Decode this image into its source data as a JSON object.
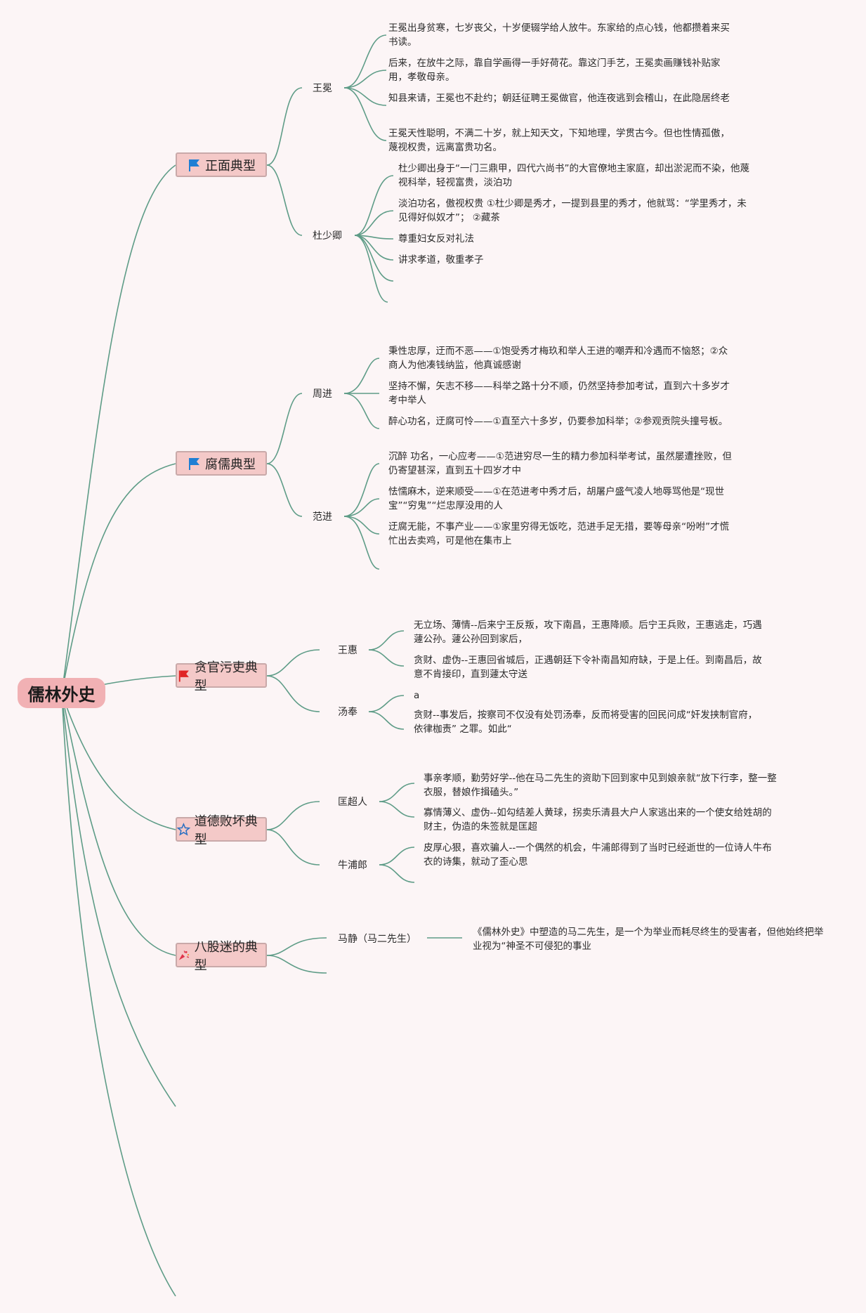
{
  "root": {
    "label": "儒林外史"
  },
  "categories": [
    {
      "label": "正面典型",
      "icon": "blue-flag-icon",
      "color": "#1f7fd4"
    },
    {
      "label": "腐儒典型",
      "icon": "blue-flag-icon",
      "color": "#1f7fd4"
    },
    {
      "label": "贪官污吏典型",
      "icon": "red-flag-icon",
      "color": "#e02424"
    },
    {
      "label": "道德败坏典型",
      "icon": "star-outline-icon",
      "color": "#2a6fc2"
    },
    {
      "label": "八股迷的典型",
      "icon": "party-popper-icon",
      "color": "#e0344a"
    }
  ],
  "people": {
    "wangmian": {
      "name": "王冕",
      "points": [
        "王冕出身贫寒，七岁丧父，十岁便辍学给人放牛。东家给的点心钱，他都攒着来买书读。",
        "后来，在放牛之际，靠自学画得一手好荷花。靠这门手艺，王冕卖画赚钱补贴家用，孝敬母亲。",
        "知县来请，王冕也不赴约；朝廷征聘王冕做官，他连夜逃到会稽山，在此隐居终老",
        "王冕天性聪明，不满二十岁，就上知天文，下知地理，学贯古今。但也性情孤傲，蔑视权贵，远离富贵功名。"
      ]
    },
    "dushaoqing": {
      "name": "杜少卿",
      "points": [
        "杜少卿出身于“一门三鼎甲，四代六尚书”的大官僚地主家庭，却出淤泥而不染，他蔑视科举，轻视富贵，淡泊功",
        "淡泊功名，傲视权贵 ①杜少卿是秀才，一提到县里的秀才，他就骂：“学里秀才，未见得好似奴才”；  ②藏茶",
        "尊重妇女反对礼法",
        "讲求孝道，敬重孝子"
      ]
    },
    "zhoujin": {
      "name": "周进",
      "points": [
        "秉性忠厚，迂而不恶——①饱受秀才梅玖和举人王进的嘲弄和冷遇而不恼怒；②众商人为他凑钱纳监，他真诚感谢",
        "坚持不懈，矢志不移——科举之路十分不顺，仍然坚持参加考试，直到六十多岁才考中举人",
        "醉心功名，迂腐可怜——①直至六十多岁，仍要参加科举；②参观贡院头撞号板。"
      ]
    },
    "fanjin": {
      "name": "范进",
      "points": [
        "沉醉 功名，一心应考——①范进穷尽一生的精力参加科举考试，虽然屡遭挫败，但仍寄望甚深，直到五十四岁才中",
        "怯懦麻木，逆来顺受——①在范进考中秀才后，胡屠户盛气凌人地辱骂他是“现世宝”“穷鬼”“烂忠厚没用的人",
        "迂腐无能，不事产业——①家里穷得无饭吃，范进手足无措，要等母亲“吩咐”才慌忙出去卖鸡，可是他在集市上"
      ]
    },
    "wanghui": {
      "name": "王惠",
      "points": [
        "无立场、薄情--后来宁王反叛，攻下南昌，王惠降顺。后宁王兵败，王惠逃走，巧遇蘧公孙。蘧公孙回到家后，",
        "贪财、虚伪--王惠回省城后，正遇朝廷下令补南昌知府缺，于是上任。到南昌后，故意不肯接印，直到蘧太守送"
      ]
    },
    "tangfeng": {
      "name": "汤奉",
      "points": [
        "a",
        "贪财--事发后，按察司不仅没有处罚汤奉，反而将受害的回民问成“奸发挟制官府，依律枷责” 之罪。如此“"
      ]
    },
    "kuangchaoren": {
      "name": "匡超人",
      "points": [
        "事亲孝顺，勤劳好学--他在马二先生的资助下回到家中见到娘亲就“放下行李，整一整衣服，替娘作揖磕头。”",
        "寡情薄义、虚伪--如勾结差人黄球，拐卖乐清县大户人家逃出来的一个使女给姓胡的财主，伪造的朱签就是匡超"
      ]
    },
    "niupulang": {
      "name": "牛浦郎",
      "points": [
        "皮厚心狠，喜欢骗人--一个偶然的机会，牛浦郎得到了当时已经逝世的一位诗人牛布衣的诗集，就动了歪心思"
      ]
    },
    "majing": {
      "name": "马静（马二先生）",
      "points": [
        "《儒林外史》中塑造的马二先生，是一个为举业而耗尽终生的受害者，但他始终把举业视为“神圣不可侵犯的事业"
      ]
    }
  },
  "theme": {
    "line": "#5e9c87",
    "root_fill": "#f1b1b4",
    "category_fill": "#f4c9c8",
    "background": "#fcf5f6"
  }
}
